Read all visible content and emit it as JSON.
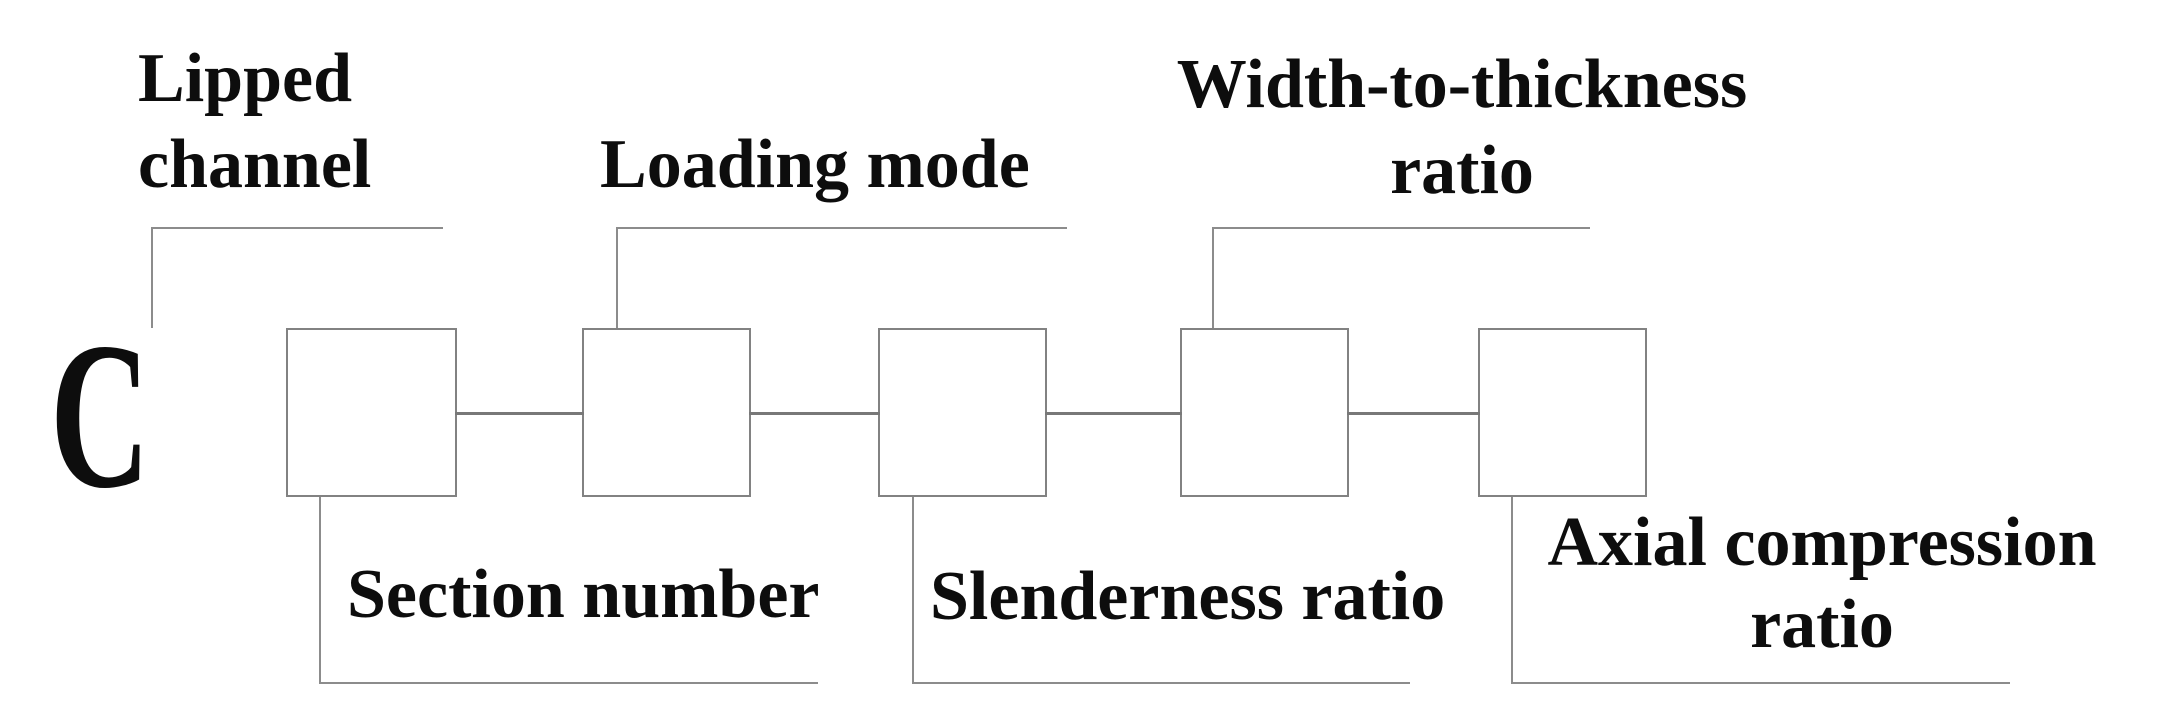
{
  "diagram": {
    "letter": "C",
    "top_labels": {
      "lipped_channel": {
        "line1": "Lipped",
        "line2": "channel"
      },
      "loading_mode": {
        "line1": "Loading mode"
      },
      "width_to_thickness": {
        "line1": "Width-to-thickness",
        "line2": "ratio"
      }
    },
    "bottom_labels": {
      "section_number": {
        "line1": "Section number"
      },
      "slenderness_ratio": {
        "line1": "Slenderness ratio"
      },
      "axial_compression": {
        "line1": "Axial compression",
        "line2": "ratio"
      }
    },
    "box_count": 5,
    "colors": {
      "text": "#0d0d0d",
      "leader_line": "#8c8c8c",
      "box_border": "#828282",
      "connector": "#787878",
      "background": "#ffffff"
    }
  }
}
